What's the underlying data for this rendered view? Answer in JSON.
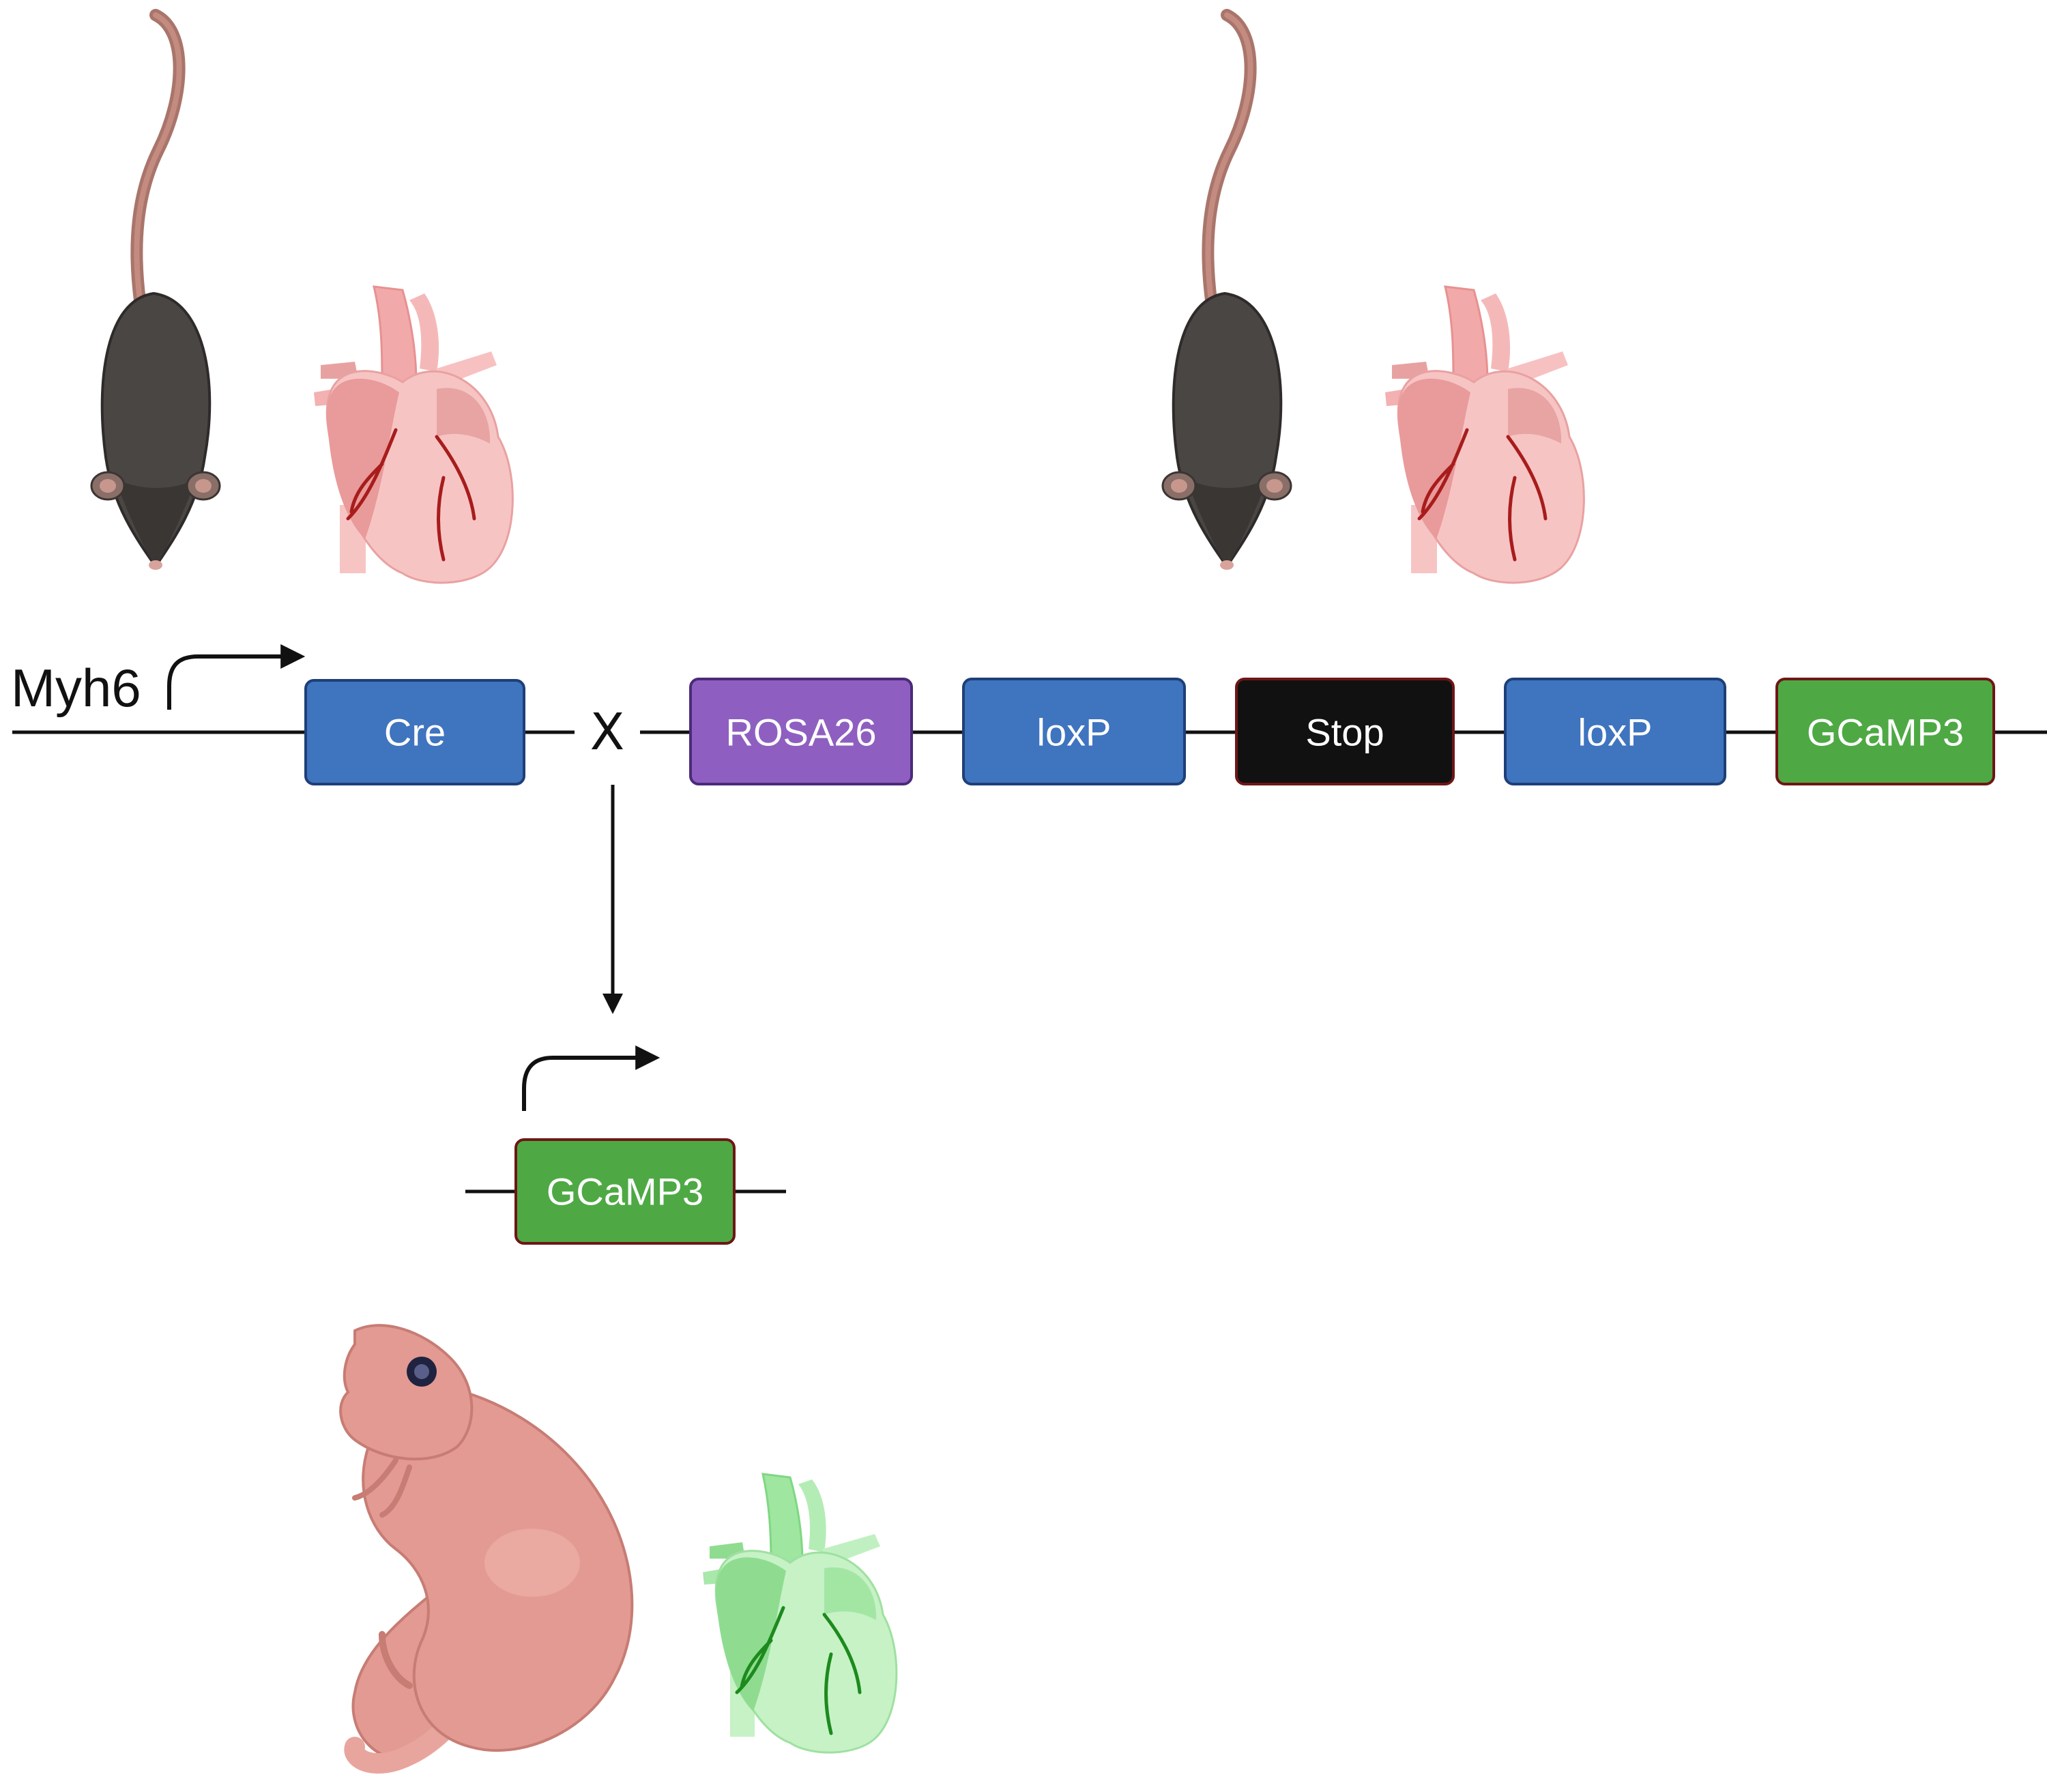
{
  "diagram": {
    "promoter_label": "Myh6",
    "cross_symbol": "X",
    "boxes": {
      "cre": "Cre",
      "rosa26": "ROSA26",
      "loxp1": "loxP",
      "stop": "Stop",
      "loxp2": "loxP",
      "gcamp3_top": "GCaMP3",
      "gcamp3_offspring": "GCaMP3"
    },
    "colors": {
      "blue_box": "#3f74bf",
      "purple_box": "#8e5fc0",
      "black_box": "#111111",
      "green_box": "#4ea944",
      "mouse_body": "#4a4644",
      "heart_pink": "#f2a9a9",
      "heart_green": "#9fe6a0",
      "pup_pink": "#e39a92"
    },
    "icons": [
      "mouse-icon",
      "heart-icon",
      "mouse-pup-icon",
      "fluorescent-heart-icon"
    ]
  }
}
